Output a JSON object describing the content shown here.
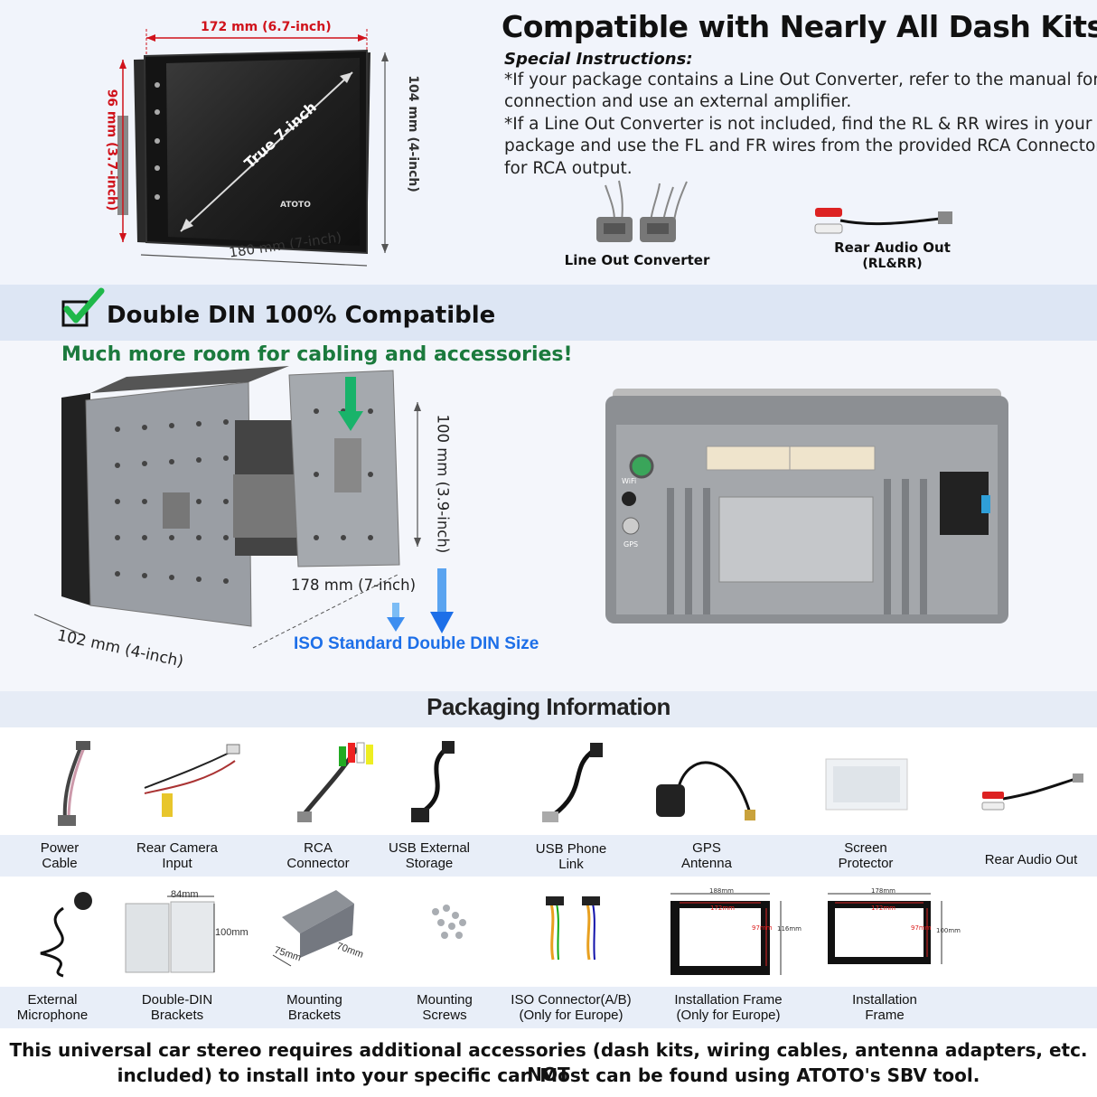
{
  "header": {
    "title": "Compatible with Nearly All Dash Kits",
    "instructions_label": "Special Instructions:",
    "instructions": [
      "*If your package contains a Line Out Converter, refer to the manual for",
      "connection and use an external amplifier.",
      "*If a Line Out Converter is not included, find the RL & RR wires in your",
      "package and use the FL and FR wires from the provided RCA Connector",
      "for RCA output."
    ],
    "line_out_caption": "Line Out Converter",
    "rear_audio_caption_1": "Rear Audio Out",
    "rear_audio_caption_2": "(RL&RR)"
  },
  "screen_dims": {
    "width_top": "172 mm (6.7-inch)",
    "height_left": "96 mm (3.7-inch)",
    "height_right": "104 mm (4-inch)",
    "width_bottom": "180 mm (7-inch)",
    "diagonal": "True 7-inch",
    "brand": "ATOTO"
  },
  "double_din": {
    "title": "Double DIN 100% Compatible",
    "subtitle": "Much more room for cabling and accessories!",
    "height_label": "100 mm (3.9-inch)",
    "width_label": "178 mm (7-inch)",
    "depth_label": "102 mm (4-inch)",
    "iso_label": "ISO Standard Double DIN Size",
    "rear_labels": {
      "wifi": "WiFi",
      "gps": "GPS"
    }
  },
  "packaging": {
    "title": "Packaging Information",
    "row1": [
      "Power\nCable",
      "Rear Camera\nInput",
      "RCA\nConnector",
      "USB External\nStorage",
      "USB Phone\nLink",
      "GPS\nAntenna",
      "Screen\nProtector",
      "Rear Audio Out"
    ],
    "row2": [
      "External\nMicrophone",
      "Double-DIN\nBrackets",
      "Mounting\nBrackets",
      "Mounting\nScrews",
      "ISO Connector(A/B)\n(Only for Europe)",
      "Installation Frame\n(Only for Europe)",
      "Installation\nFrame"
    ],
    "bracket_dims": {
      "w": "84mm",
      "h": "100mm"
    },
    "mount_dims": {
      "a": "75mm",
      "b": "70mm"
    },
    "frame_eu": {
      "outer_w": "188mm",
      "inner_w": "172mm",
      "inner_h": "97mm",
      "outer_h": "116mm"
    },
    "frame": {
      "outer_w": "178mm",
      "inner_w": "172mm",
      "inner_h": "97mm",
      "outer_h": "100mm"
    }
  },
  "footer": {
    "line1": "This universal car stereo requires additional accessories (dash kits, wiring cables, antenna adapters, etc. NOT",
    "line2": "included) to install into your specific car. Most can be found using ATOTO's SBV tool."
  }
}
